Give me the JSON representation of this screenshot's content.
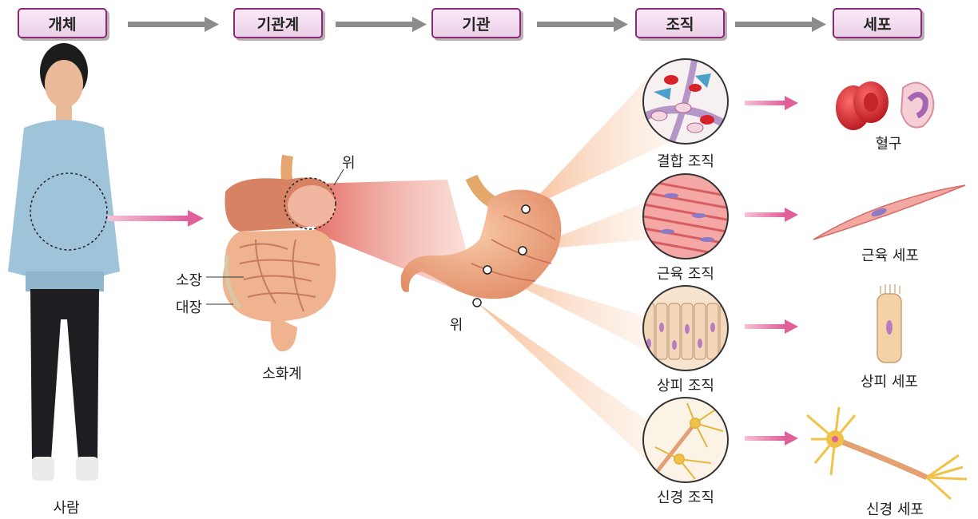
{
  "levels": [
    "개체",
    "기관계",
    "기관",
    "조직",
    "세포"
  ],
  "organism_label": "사람",
  "organ_system": {
    "label": "소화계",
    "parts": {
      "stomach": "위",
      "small_intestine": "소장",
      "large_intestine": "대장"
    }
  },
  "organ_label": "위",
  "tissues": [
    {
      "label": "결합 조직",
      "cell_label": "혈구"
    },
    {
      "label": "근육 조직",
      "cell_label": "근육 세포"
    },
    {
      "label": "상피 조직",
      "cell_label": "상피 세포"
    },
    {
      "label": "신경 조직",
      "cell_label": "신경 세포"
    }
  ],
  "colors": {
    "header_border": "#8a2a76",
    "header_fill": "#f3dcef",
    "arrow_gray": "#8c8c8c",
    "arrow_pink": "#e0609a"
  }
}
